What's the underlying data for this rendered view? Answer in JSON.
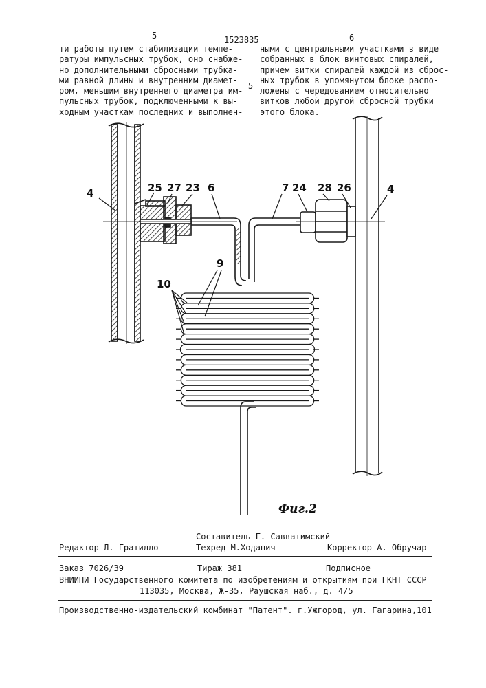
{
  "header": {
    "page_left": "5",
    "patent_number": "1523835",
    "page_right": "6",
    "line_marker": "5"
  },
  "text": {
    "left_column": [
      "ти работы путем стабилизации темпе-",
      "ратуры импульсных трубок, оно снабже-",
      "но дополнительными сбросными трубка-",
      "ми равной длины и внутренним диамет-",
      "ром, меньшим внутреннего диаметра им-",
      "пульсных трубок,  подключенными к вы-",
      "ходным участкам последних и выполнен-"
    ],
    "right_column": [
      "ными с центральными участками в виде",
      "собранных в блок винтовых спиралей,",
      "причем витки спиралей каждой из сброс-",
      "ных трубок в упомянутом блоке распо-",
      "ложены с чередованием относительно",
      "витков любой другой сбросной трубки",
      "этого блока."
    ]
  },
  "figure": {
    "labels": {
      "pipe_left": "4",
      "pipe_right": "4",
      "l25": "25",
      "l27": "27",
      "l23": "23",
      "l6": "6",
      "l7": "7",
      "l24": "24",
      "l28": "28",
      "l26": "26",
      "l9": "9",
      "l10": "10"
    },
    "caption": "Фиг.2"
  },
  "footer": {
    "compiler": "Составитель Г. Савватимский",
    "editor": "Редактор Л. Гратилло",
    "techred": "Техред М.Ходанич",
    "corrector": "Корректор А. Обручар",
    "order": "Заказ 7026/39",
    "circulation": "Тираж 381",
    "subscription": "Подписное",
    "institute_line1": "ВНИИПИ Государственного комитета по изобретениям и открытиям при ГКНТ СССР",
    "institute_line2": "113035, Москва, Ж-35, Раушская наб., д. 4/5",
    "publisher": "Производственно-издательский комбинат \"Патент\". г.Ужгород, ул. Гагарина,101"
  }
}
